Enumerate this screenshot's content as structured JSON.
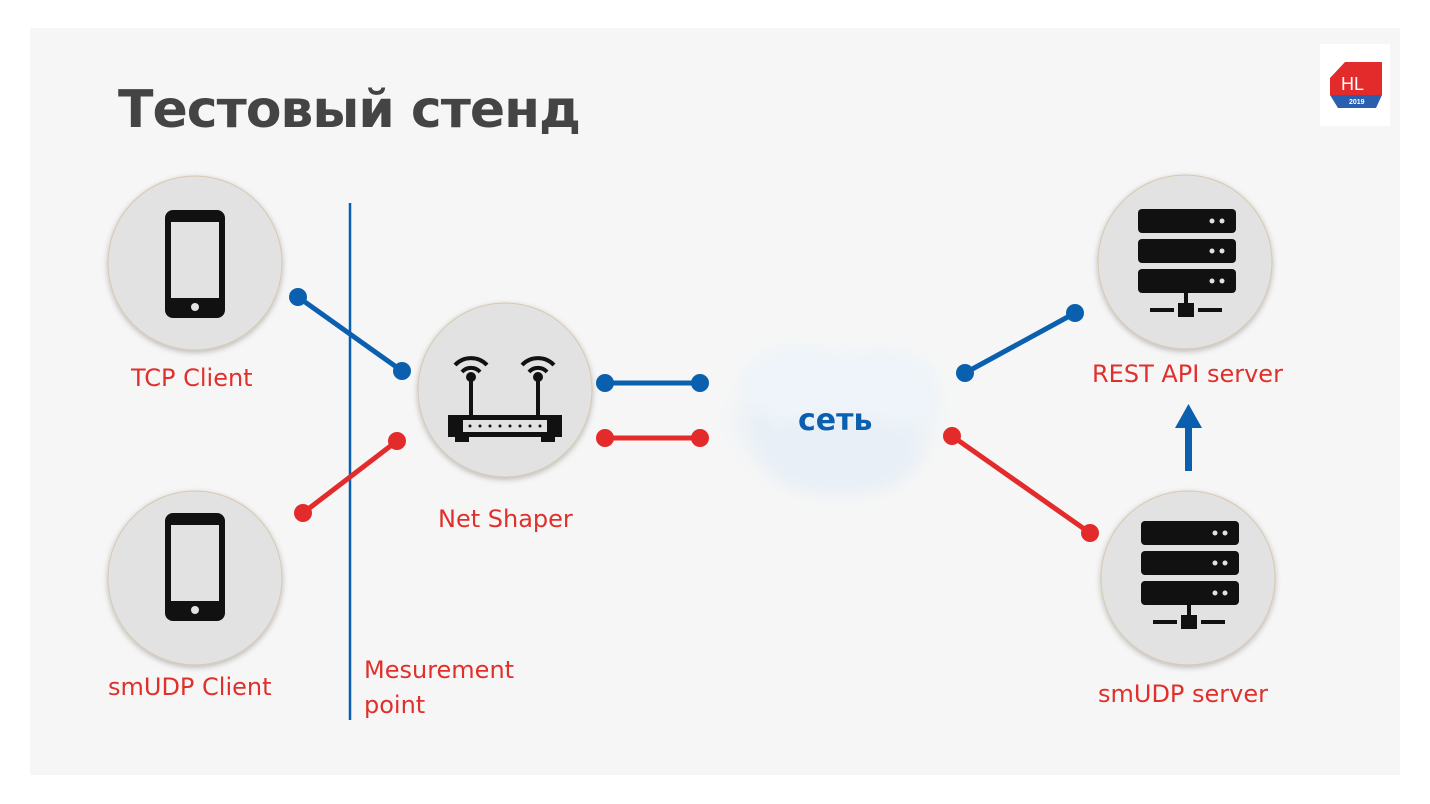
{
  "title": "Тестовый стенд",
  "logo": {
    "text": "HL",
    "year": "2019"
  },
  "nodes": {
    "tcp_client": "TCP Client",
    "smudp_client": "smUDP Client",
    "net_shaper": "Net Shaper",
    "network": "сеть",
    "rest_server": "REST API server",
    "smudp_server": "smUDP server"
  },
  "measurement": {
    "line1": "Mesurement",
    "line2": "point"
  },
  "colors": {
    "tcp": "#0a5fae",
    "udp": "#e32b2b",
    "label": "#e0302c"
  }
}
